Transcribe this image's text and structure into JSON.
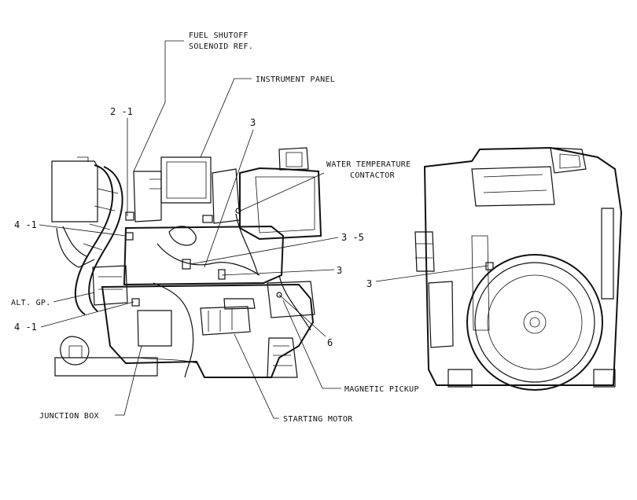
{
  "labels": {
    "fuel_shutoff_line1": "FUEL SHUTOFF",
    "fuel_shutoff_line2": "SOLENOID REF.",
    "instrument_panel": "INSTRUMENT PANEL",
    "water_temp_line1": "WATER TEMPERATURE",
    "water_temp_line2": "CONTACTOR",
    "alt_gp": "ALT. GP.",
    "junction_box": "JUNCTION BOX",
    "magnetic_pickup": "MAGNETIC PICKUP",
    "starting_motor": "STARTING MOTOR"
  },
  "callouts": {
    "c_2_1": "2 -1",
    "c_3_top": "3",
    "c_4_1_upper": "4 -1",
    "c_3_5": "3 -5",
    "c_3_mid": "3",
    "c_4_1_lower": "4 -1",
    "c_6": "6",
    "c_3_right": "3"
  }
}
